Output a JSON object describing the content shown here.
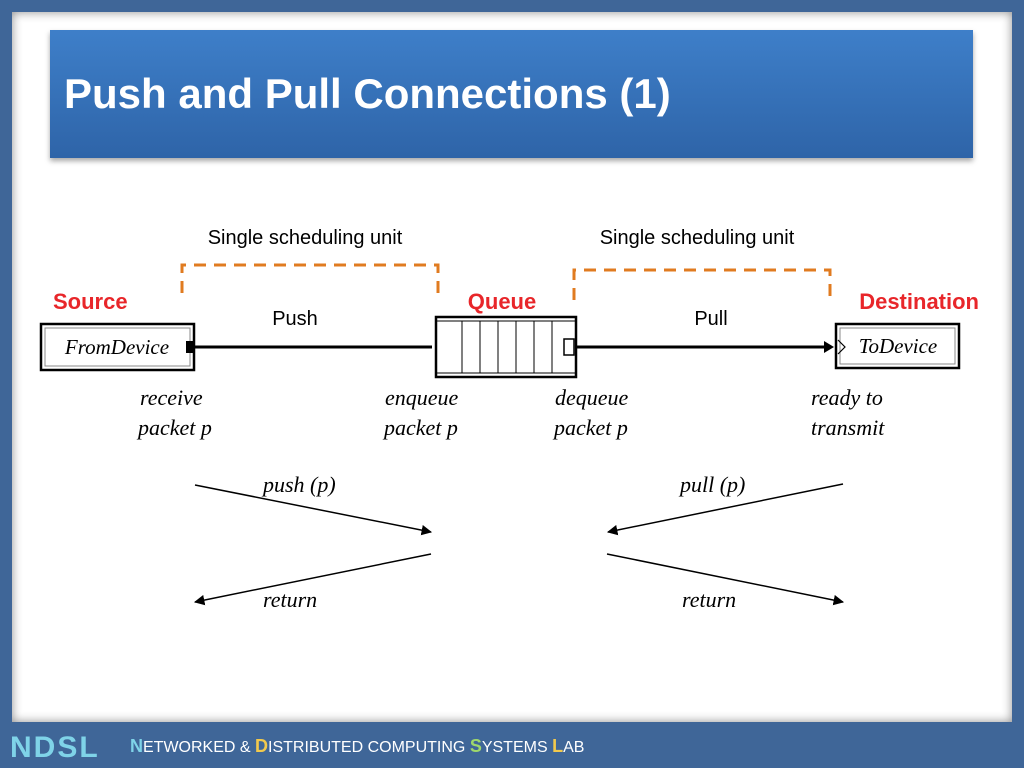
{
  "title": "Push and Pull Connections (1)",
  "diagram": {
    "scheduling_unit_left": "Single scheduling unit",
    "scheduling_unit_right": "Single scheduling unit",
    "source_label": "Source",
    "queue_label": "Queue",
    "destination_label": "Destination",
    "push_label": "Push",
    "pull_label": "Pull",
    "from_device": "FromDevice",
    "to_device": "ToDevice",
    "receive_line1": "receive",
    "receive_line2": "packet p",
    "enqueue_line1": "enqueue",
    "enqueue_line2": "packet p",
    "dequeue_line1": "dequeue",
    "dequeue_line2": "packet p",
    "ready_line1": "ready to",
    "ready_line2": "transmit",
    "push_call": "push (p)",
    "push_return": "return",
    "pull_call": "pull (p)",
    "pull_return": "return"
  },
  "footer": {
    "logo": "NDSL",
    "n_cap": "N",
    "n_rest": "ETWORKED &",
    "d_cap": "D",
    "d_rest": "ISTRIBUTED COMPUTING",
    "s_cap": "S",
    "s_rest": "YSTEMS",
    "l_cap": "L",
    "l_rest": "AB"
  },
  "colors": {
    "title_bar": "#3e7fc9",
    "label_red": "#e8262a",
    "dashed_orange": "#e07b20",
    "background": "#3f6698"
  }
}
